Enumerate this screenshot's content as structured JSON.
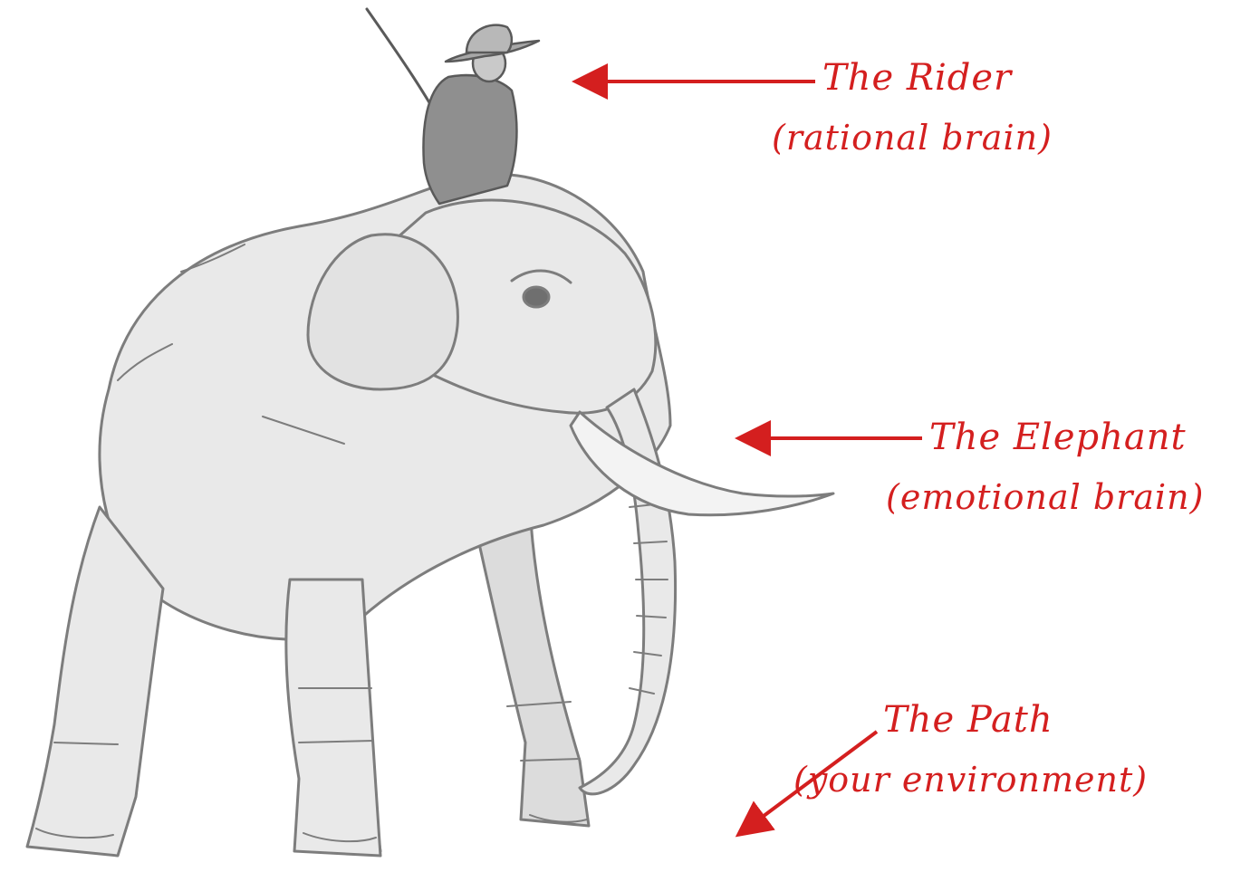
{
  "annotations": {
    "rider": {
      "title": "The Rider",
      "subtitle": "(rational brain)"
    },
    "elephant": {
      "title": "The Elephant",
      "subtitle": "(emotional brain)"
    },
    "path": {
      "title": "The Path",
      "subtitle": "(your environment)"
    }
  },
  "colors": {
    "annotation": "#d41f1f",
    "elephant_fill": "#e9e9e9",
    "elephant_stroke": "#7d7d7d",
    "rider_fill": "#8f8f8f"
  }
}
